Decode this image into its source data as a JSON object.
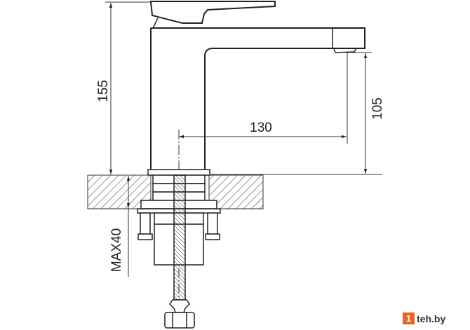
{
  "drawing": {
    "title": "Faucet dimension drawing",
    "dimensions": {
      "height_total": "155",
      "spout_height": "105",
      "spout_reach": "130",
      "counter_max": "MAX40"
    }
  },
  "logo": {
    "mark": "1",
    "text": "teh.by",
    "color": "#e8651f"
  }
}
